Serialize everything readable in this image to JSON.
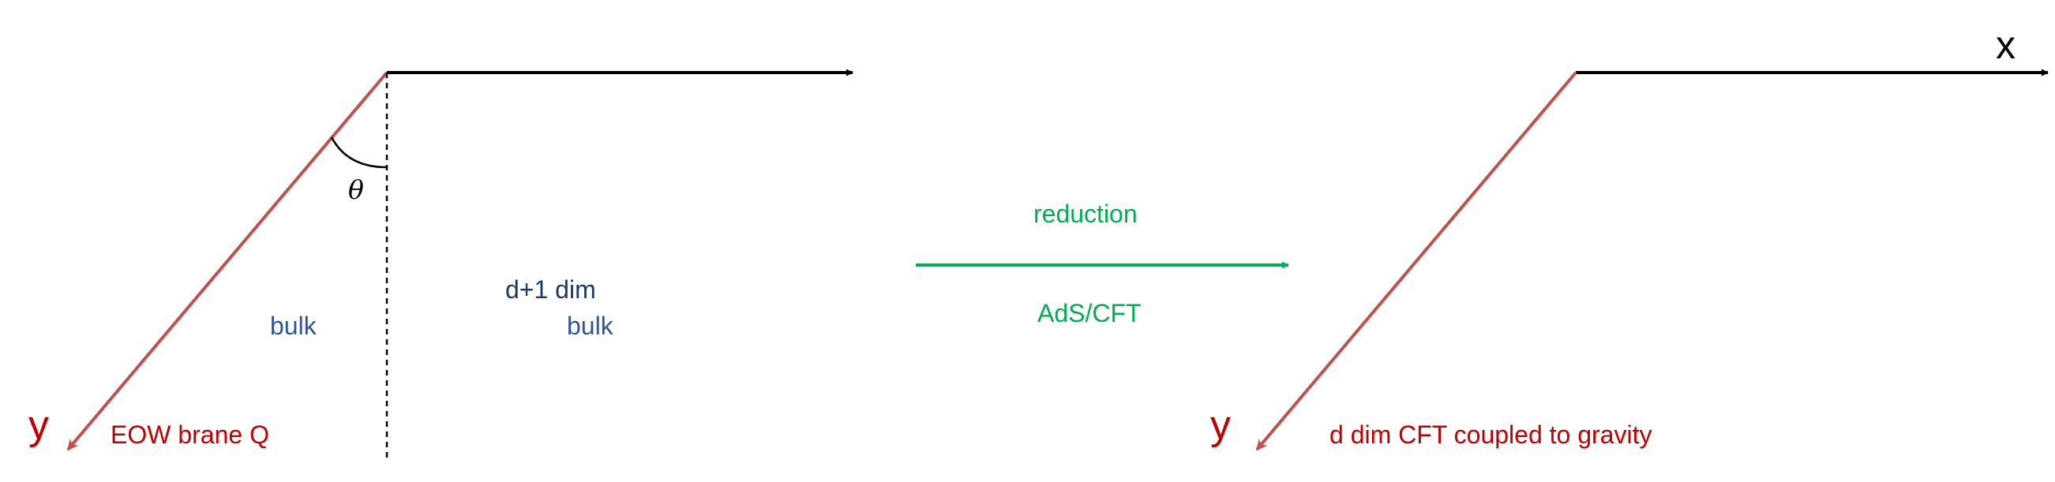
{
  "colors": {
    "axis": "#000000",
    "brane": "#c0504d",
    "brane_text": "#c00000",
    "bulk_text": "#2f5597",
    "dim_text": "#1f3864",
    "transform": "#00b050"
  },
  "left_panel": {
    "theta_label": "θ",
    "bulk_left_label": "bulk",
    "dim_label": "d+1 dim",
    "bulk_right_label": "bulk",
    "y_label": "y",
    "brane_label": "EOW brane Q"
  },
  "middle": {
    "top_label": "reduction",
    "bottom_label": "AdS/CFT"
  },
  "right_panel": {
    "x_label": "x",
    "y_label": "y",
    "brane_label": "d dim CFT coupled to gravity"
  }
}
